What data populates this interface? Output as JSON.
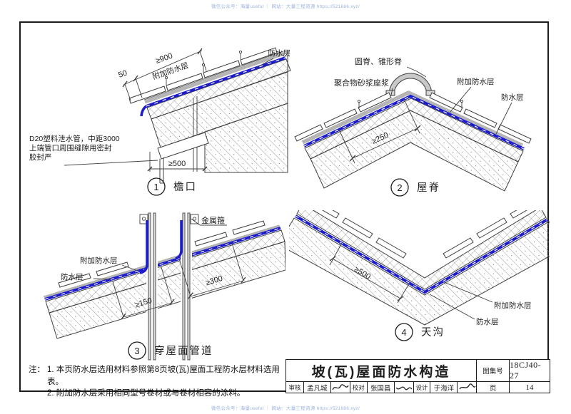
{
  "watermark": {
    "text": "微信公众号：海量useful ｜ 网站：大量工程资源 https://521666.xyz/"
  },
  "notes": {
    "label": "注：",
    "line1": "1. 本页防水层选用材料参照第8页坡(瓦)屋面工程防水层材料选用表。",
    "line2": "2. 附加防水层采用相同型号卷材或与卷材相容的涂料。"
  },
  "title_block": {
    "title": "坡(瓦)屋面防水构造",
    "atlas_label": "图集号",
    "atlas_no": "18CJ40-27",
    "page_label": "页",
    "page_no": "14",
    "reviewer_label": "审核",
    "reviewer_name": "孟凡城",
    "checker_label": "校对",
    "checker_name": "张国昌",
    "designer_label": "设计",
    "designer_name": "于海洋"
  },
  "d1": {
    "num": "1",
    "caption": "檐口",
    "dim_900": "≥900",
    "dim_50": "50",
    "dim_500": "≥500",
    "label_added": "附加防水层",
    "label_wp": "防水层",
    "note1": "D20塑料泄水管，中距3000",
    "note2": "上端管口周围缝隙用密封",
    "note3": "胶封严"
  },
  "d2": {
    "num": "2",
    "caption": "屋脊",
    "label_ridge": "圆脊、锥形脊",
    "label_mortar": "聚合物砂浆座浆",
    "label_added": "附加防水层",
    "label_wp": "防水层",
    "dim_250": "≥250"
  },
  "d3": {
    "num": "3",
    "caption": "穿屋面管道",
    "label_clamp": "金属箍",
    "label_added": "附加防水层",
    "label_wp": "防水层",
    "dim_150": "≥150",
    "dim_300": "≥300"
  },
  "d4": {
    "num": "4",
    "caption": "天沟",
    "dim_500": "≥500",
    "label_added": "附加防水层",
    "label_wp": "防水层"
  },
  "colors": {
    "membrane": "#1c1ccd",
    "line": "#3f3f3f",
    "watermark": "#9db3e0"
  }
}
